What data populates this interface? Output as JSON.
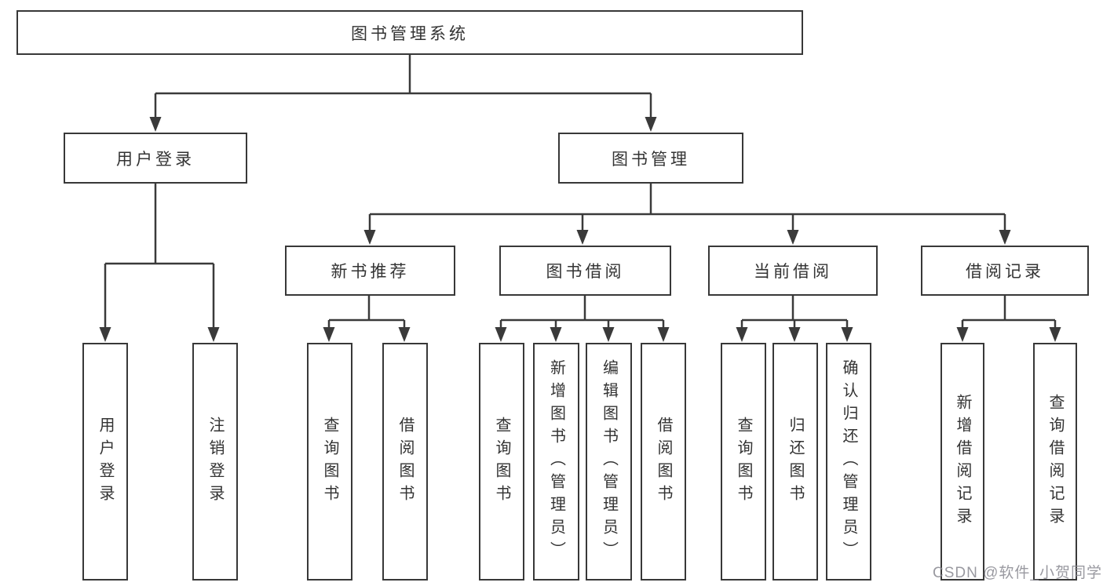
{
  "diagram": {
    "title": "图书管理系统",
    "branches": [
      {
        "label": "用户登录",
        "children": [
          {
            "label": "用户登录"
          },
          {
            "label": "注销登录"
          }
        ]
      },
      {
        "label": "图书管理",
        "sections": [
          {
            "label": "新书推荐",
            "children": [
              {
                "label": "查询图书"
              },
              {
                "label": "借阅图书"
              }
            ]
          },
          {
            "label": "图书借阅",
            "children": [
              {
                "label": "查询图书"
              },
              {
                "label": "新增图书（管理员）"
              },
              {
                "label": "编辑图书（管理员）"
              },
              {
                "label": "借阅图书"
              }
            ]
          },
          {
            "label": "当前借阅",
            "children": [
              {
                "label": "查询图书"
              },
              {
                "label": "归还图书"
              },
              {
                "label": "确认归还（管理员）"
              }
            ]
          },
          {
            "label": "借阅记录",
            "children": [
              {
                "label": "新增借阅记录"
              },
              {
                "label": "查询借阅记录"
              }
            ]
          }
        ]
      }
    ]
  },
  "watermark": {
    "text": "CSDN @软件_小贺同学"
  },
  "colors": {
    "line": "#3a3a3a",
    "border": "#383838",
    "text": "#333333",
    "background": "#ffffff",
    "watermark": "#87878f"
  }
}
